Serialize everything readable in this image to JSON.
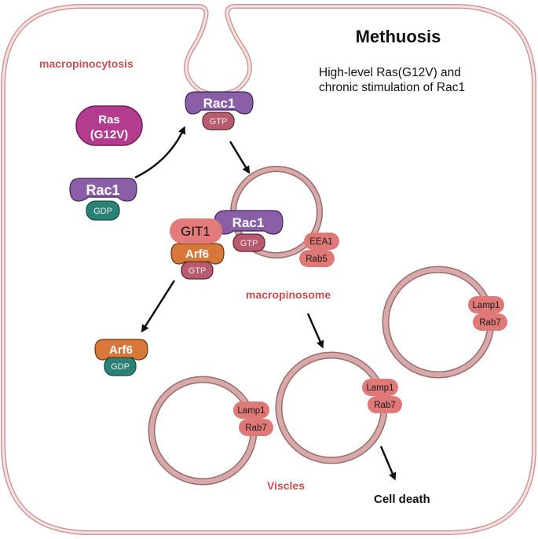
{
  "title": "Methuosis",
  "subtitle_lines": [
    "High-level  Ras(G12V) and",
    "chronic stimulation of Rac1"
  ],
  "labels": {
    "macropinocytosis": "macropinocytosis",
    "macropinosome": "macropinosome",
    "vesicles": "Viscles",
    "cell_death": "Cell death"
  },
  "proteins": {
    "ras": [
      "Ras",
      "(G12V)"
    ],
    "rac1_membrane": {
      "name": "Rac1",
      "nucleotide": "GTP"
    },
    "rac1_inactive": {
      "name": "Rac1",
      "nucleotide": "GDP"
    },
    "rac1_macropinosome": {
      "name": "Rac1",
      "nucleotide": "GTP"
    },
    "git1": "GIT1",
    "arf6_active": {
      "name": "Arf6",
      "nucleotide": "GTP"
    },
    "arf6_inactive": {
      "name": "Arf6",
      "nucleotide": "GDP"
    }
  },
  "markers": {
    "macropinosome": [
      "EEA1",
      "Rab5"
    ],
    "vesicle_left": [
      "Lamp1",
      "Rab7"
    ],
    "vesicle_middle": [
      "Lamp1",
      "Rab7"
    ],
    "vesicle_right": [
      "Lamp1",
      "Rab7"
    ]
  },
  "colors": {
    "membrane": "#f2c9c9",
    "membrane_edge": "#c99a9a",
    "vesicle": "#d7a9a9",
    "vesicle_edge": "#9c6b6b",
    "rac1": "#8a5fa8",
    "ras": "#b33c8e",
    "gtp": "#b85a70",
    "gdp": "#2a8277",
    "arf6": "#d8773a",
    "git1": "#e27b7b",
    "marker": "#e07878",
    "red_label": "#c94f4f"
  }
}
